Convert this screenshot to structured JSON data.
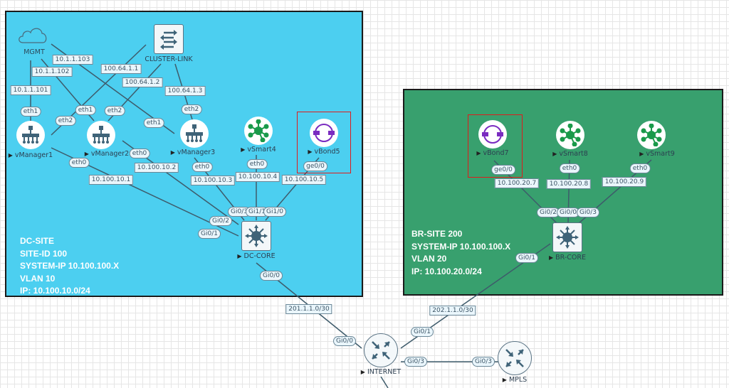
{
  "sites": {
    "dc": {
      "color": "#4ccff0",
      "lines": [
        "DC-SITE",
        "SITE-ID 100",
        "SYSTEM-IP 10.100.100.X",
        "VLAN 10",
        "IP: 10.100.10.0/24"
      ]
    },
    "br": {
      "color": "#38a06e",
      "lines": [
        "BR-SITE 200",
        "SYSTEM-IP 10.100.100.X",
        "VLAN 20",
        "IP: 10.100.20.0/24"
      ]
    }
  },
  "nodes": {
    "mgmt": {
      "label": "MGMT",
      "icon": "cloud-icon"
    },
    "cluster_link": {
      "label": "CLUSTER-LINK",
      "icon": "switch-arrows-icon"
    },
    "vmanager1": {
      "label": "vManager1",
      "icon": "vmanager-icon"
    },
    "vmanager2": {
      "label": "vManager2",
      "icon": "vmanager-icon"
    },
    "vmanager3": {
      "label": "vManager3",
      "icon": "vmanager-icon"
    },
    "vsmart4": {
      "label": "vSmart4",
      "icon": "vsmart-icon"
    },
    "vbond5": {
      "label": "vBond5",
      "icon": "vbond-icon"
    },
    "dc_core": {
      "label": "DC-CORE",
      "icon": "l3-switch-icon"
    },
    "vbond7": {
      "label": "vBond7",
      "icon": "vbond-icon"
    },
    "vsmart8": {
      "label": "vSmart8",
      "icon": "vsmart-icon"
    },
    "vsmart9": {
      "label": "vSmart9",
      "icon": "vsmart-icon"
    },
    "br_core": {
      "label": "BR-CORE",
      "icon": "l3-switch-icon"
    },
    "internet": {
      "label": "INTERNET",
      "icon": "router-icon"
    },
    "mpls": {
      "label": "MPLS",
      "icon": "router-icon"
    }
  },
  "ip_labels": {
    "mgmt_vm1": "10.1.1.101",
    "mgmt_vm2": "10.1.1.102",
    "mgmt_vm3": "10.1.1.103",
    "cl_vm1": "100.64.1.1",
    "cl_vm2": "100.64.1.2",
    "cl_vm3": "100.64.1.3",
    "vm1_core": "10.100.10.1",
    "vm2_core": "10.100.10.2",
    "vm3_core": "10.100.10.3",
    "vs4_core": "10.100.10.4",
    "vb5_core": "10.100.10.5",
    "dc_inet": "201.1.1.0/30",
    "vb7_core": "10.100.20.7",
    "vs8_core": "10.100.20.8",
    "vs9_core": "10.100.20.9",
    "br_inet": "202.1.1.0/30"
  },
  "if_labels": {
    "vm1_eth1": "eth1",
    "vm1_eth2": "eth2",
    "vm1_eth0": "eth0",
    "vm2_eth1": "eth1",
    "vm2_eth2": "eth2",
    "vm2_eth0": "eth0",
    "vm3_eth1": "eth1",
    "vm3_eth2": "eth2",
    "vm3_eth0": "eth0",
    "vs4_eth0": "eth0",
    "vb5_ge": "ge0/0",
    "dc_gi01": "Gi0/1",
    "dc_gi02": "Gi0/2",
    "dc_gi03": "Gi0/3",
    "dc_gi11": "Gi1/1",
    "dc_gi10": "Gi1/0",
    "dc_gi00": "Gi0/0",
    "vb7_ge": "ge0/0",
    "vs8_eth0": "eth0",
    "vs9_eth0": "eth0",
    "br_gi02": "Gi0/2",
    "br_gi00": "Gi0/0",
    "br_gi03": "Gi0/3",
    "br_gi01": "Gi0/1",
    "inet_gi00": "Gi0/0",
    "inet_gi01": "Gi0/1",
    "inet_gi03": "Gi0/3",
    "mpls_gi03": "Gi0/3"
  },
  "colors": {
    "link": "#3e5b6b",
    "selection": "#e01b1b",
    "vsmart": "#1a9a4a",
    "vbond": "#7a2bc0",
    "icon": "#3f6378"
  }
}
